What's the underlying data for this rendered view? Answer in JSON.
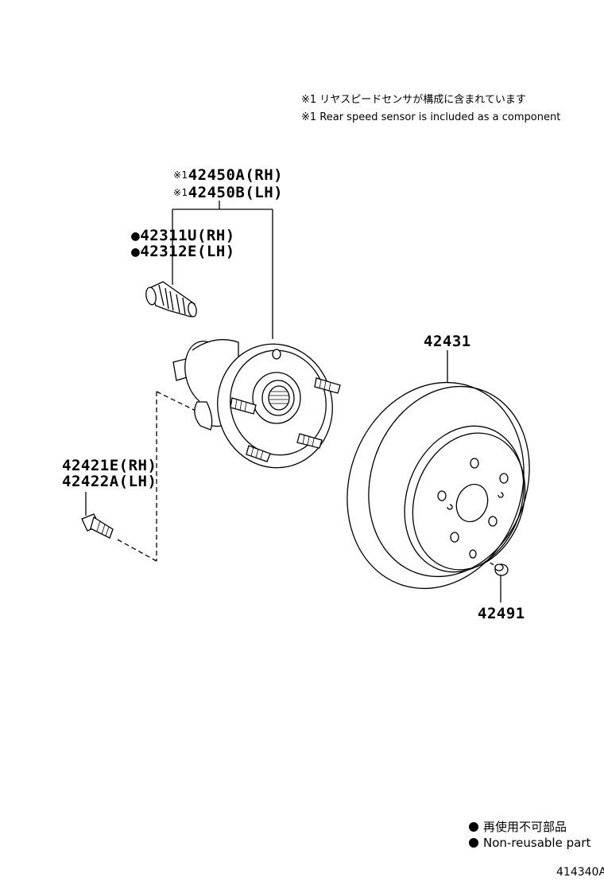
{
  "notes": {
    "jp": "※1 リヤスピードセンサが構成に含まれています",
    "en": "※1 Rear speed sensor is included as a component"
  },
  "parts": {
    "hub_rh": {
      "mark": "※1",
      "number": "42450A(RH)"
    },
    "hub_lh": {
      "mark": "※1",
      "number": "42450B(LH)"
    },
    "stud_rh": {
      "mark": "●",
      "number": "42311U(RH)"
    },
    "stud_lh": {
      "mark": "●",
      "number": "42312E(LH)"
    },
    "bolt_rh": {
      "number": "42421E(RH)"
    },
    "bolt_lh": {
      "number": "42422A(LH)"
    },
    "disc": {
      "number": "42431"
    },
    "plug": {
      "number": "42491"
    }
  },
  "legend": {
    "jp": "再使用不可部品",
    "en": "Non-reusable part"
  },
  "figure_id": "414340A"
}
